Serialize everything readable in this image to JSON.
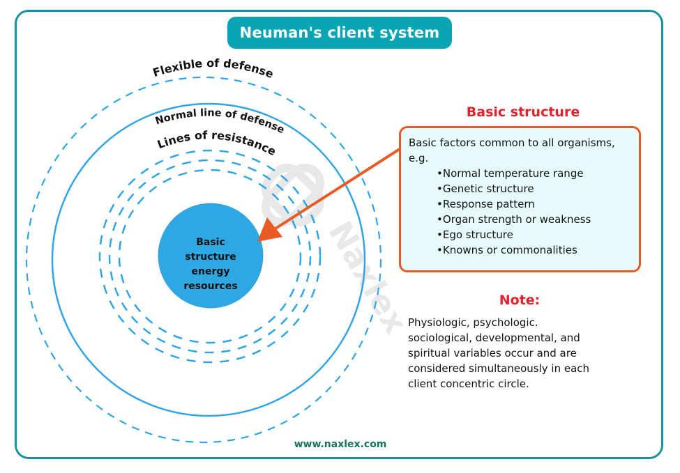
{
  "title": "Neuman's client system",
  "diagram": {
    "rings": [
      {
        "name": "flexible-line-of-defense",
        "label": "Flexible of defense",
        "style": "dashed"
      },
      {
        "name": "normal-line-of-defense",
        "label": "Normal line of defense",
        "style": "solid"
      },
      {
        "name": "lines-of-resistance",
        "label": "Lines of resistance",
        "style": "dashed",
        "count": 3
      }
    ],
    "core": {
      "lines": [
        "Basic",
        "structure",
        "energy",
        "resources"
      ]
    },
    "watermark": "Naxlex",
    "colors": {
      "ring": "#2fa5e8",
      "core": "#2ea8e3",
      "arrow": "#ea5a25",
      "frame": "#14949f",
      "title_bg": "#0aa5b5",
      "heading": "#e8202a",
      "footer": "#16745f"
    }
  },
  "basic_structure": {
    "heading": "Basic structure",
    "intro_line1": "Basic factors common to all organisms,",
    "intro_line2": "e.g.",
    "items": [
      "Normal temperature range",
      "Genetic structure",
      "Response pattern",
      "Organ strength or weakness",
      "Ego structure",
      "Knowns or commonalities"
    ]
  },
  "note": {
    "heading": "Note:",
    "lines": [
      "Physiologic, psychologic.",
      "sociological, developmental, and",
      "spiritual variables occur and are",
      "considered simultaneously in each",
      "client concentric circle."
    ]
  },
  "footer": {
    "url": "www.naxlex.com"
  }
}
